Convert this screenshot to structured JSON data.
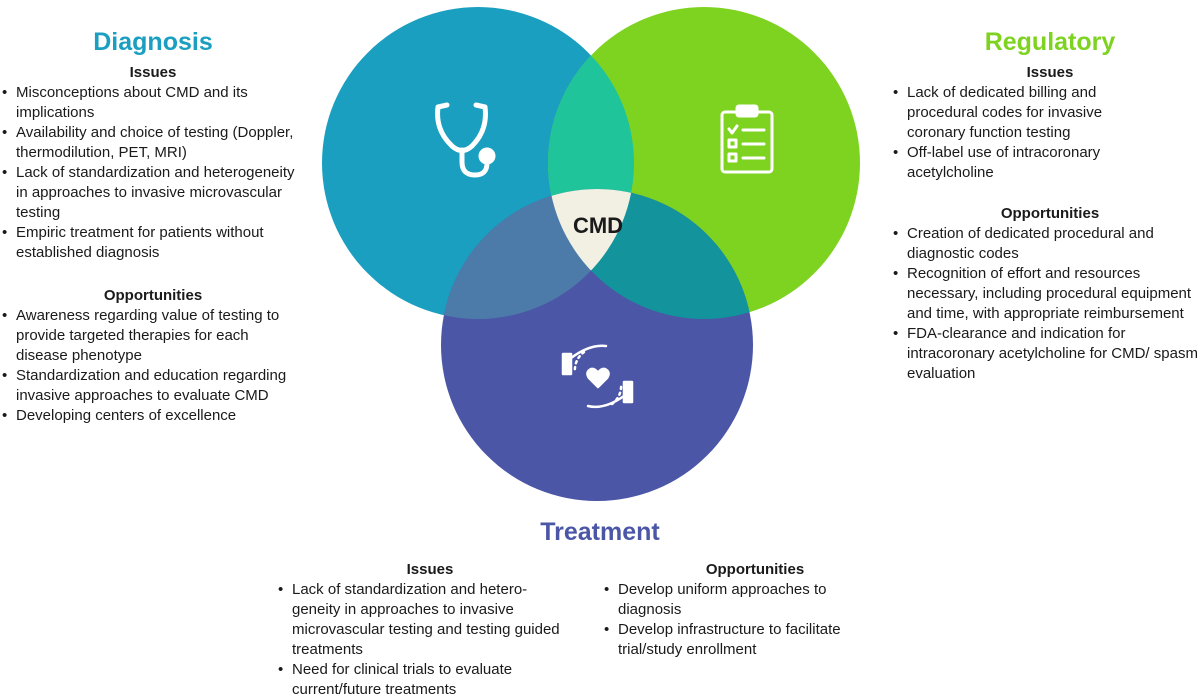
{
  "colors": {
    "diagnosis": "#1a9fc0",
    "regulatory": "#7ed321",
    "treatment": "#4b56a6",
    "center": "#f2efe3",
    "diag_reg": "#20c49a",
    "diag_treat": "#4d7ba9",
    "reg_treat": "#13939b"
  },
  "center_label": "CMD",
  "icons": {
    "diagnosis": "stethoscope-icon",
    "regulatory": "clipboard-checklist-icon",
    "treatment": "hands-heart-icon"
  },
  "diagnosis": {
    "title": "Diagnosis",
    "issues_heading": "Issues",
    "issues": [
      "Misconceptions about CMD and its implications",
      "Availability and choice of testing (Doppler, thermodilution, PET, MRI)",
      "Lack of standardization and heterogeneity in approaches to invasive microvascular testing",
      "Empiric treatment for patients without established diagnosis"
    ],
    "opportunities_heading": "Opportunities",
    "opportunities": [
      "Awareness regarding value of testing to  provide targeted therapies for each disease phenotype",
      "Standardization and education regarding invasive approaches to evaluate CMD",
      "Developing centers of excellence"
    ]
  },
  "regulatory": {
    "title": "Regulatory",
    "issues_heading": "Issues",
    "issues": [
      "Lack of dedicated billing and procedural codes for invasive coronary function testing",
      " Off-label use of intracoronary acetylcholine"
    ],
    "opportunities_heading": "Opportunities",
    "opportunities": [
      "Creation of dedicated procedural and diagnostic codes",
      "Recognition of effort and resources necessary, including procedural equipment and time, with appropriate reimbursement",
      "FDA-clearance and indication for intracoronary acetylcholine for CMD/ spasm evaluation"
    ]
  },
  "treatment": {
    "title": "Treatment",
    "issues_heading": "Issues",
    "issues": [
      "Lack of standardization and hetero-geneity in approaches to invasive microvascular testing and testing guided treatments",
      "Need for clinical trials  to evaluate current/future treatments"
    ],
    "opportunities_heading": "Opportunities",
    "opportunities": [
      "Develop uniform approaches to diagnosis",
      "Develop infrastructure to facilitate trial/study enrollment"
    ]
  }
}
